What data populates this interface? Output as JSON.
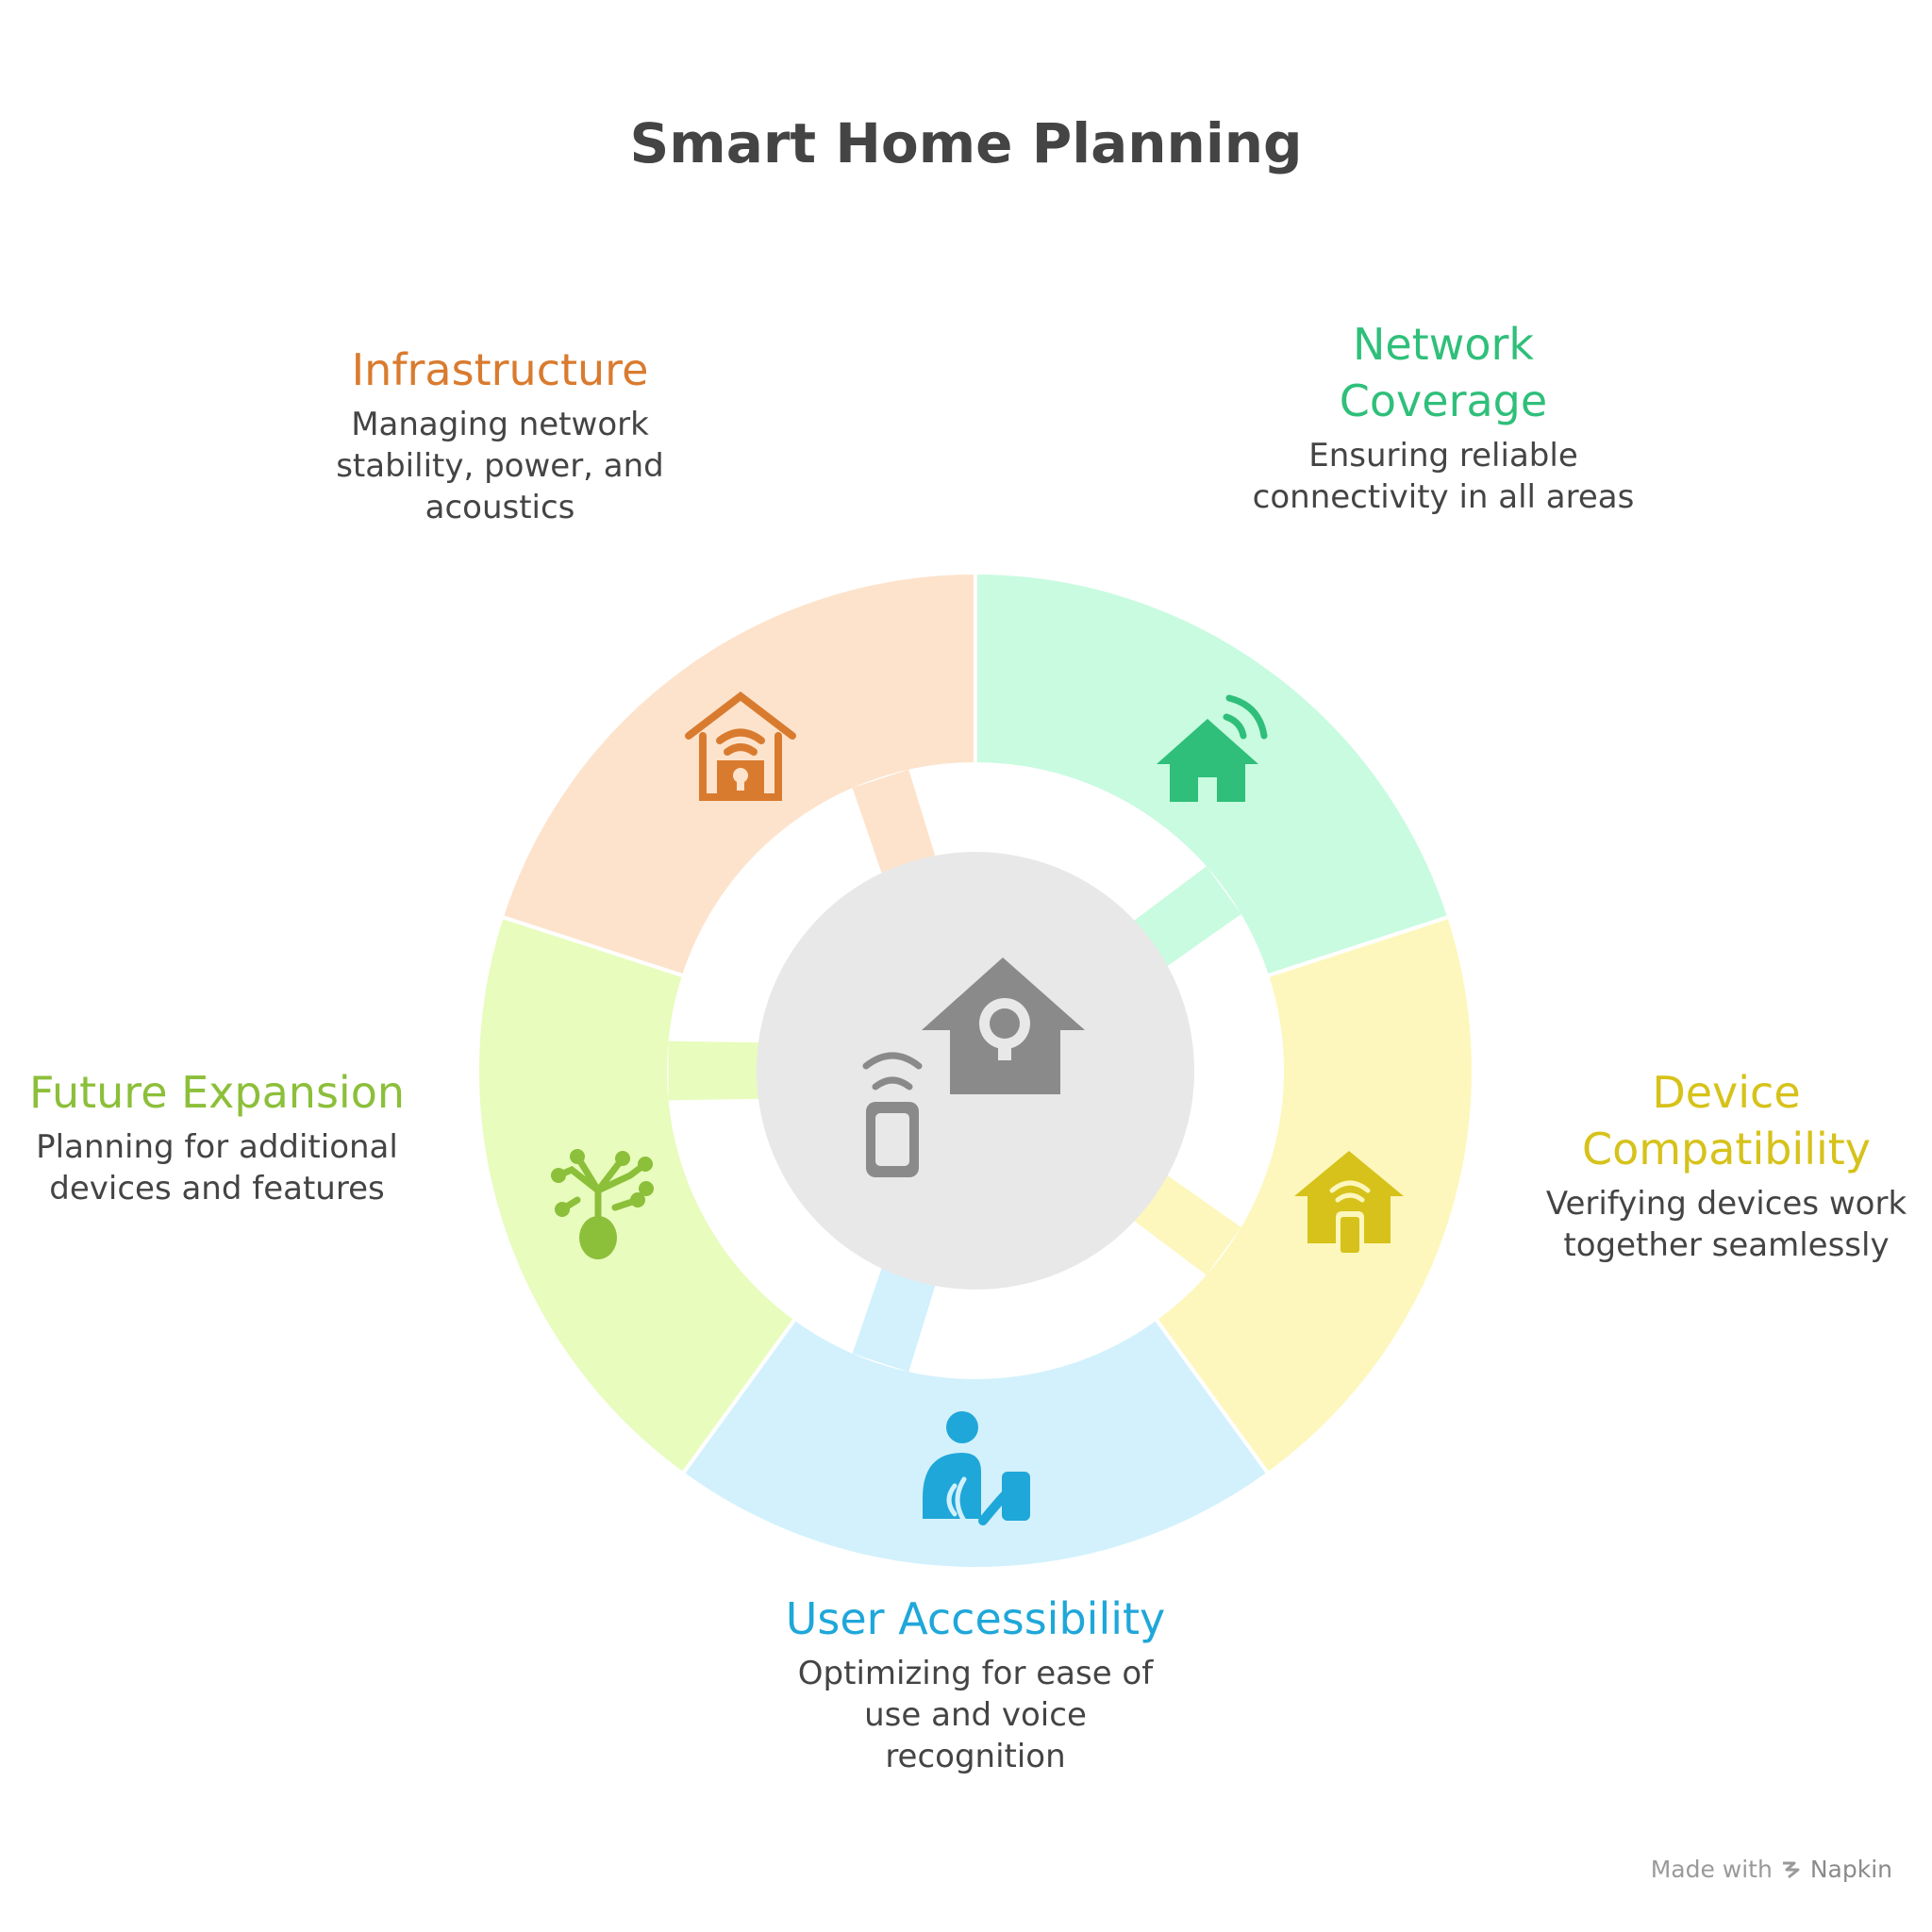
{
  "title": "Smart Home Planning",
  "center": {
    "icon": "smart-home-remote-icon",
    "color": "#8a8a8a"
  },
  "segments": [
    {
      "id": "infrastructure",
      "heading": "Infrastructure",
      "description": "Managing network stability, power, and acoustics",
      "color": "#d97b2f",
      "fill": "#fde3cc",
      "icon": "house-wifi-lock-icon"
    },
    {
      "id": "network-coverage",
      "heading": "Network Coverage",
      "description": "Ensuring reliable connectivity in all areas",
      "color": "#2fbf7a",
      "fill": "#c8fbe0",
      "icon": "house-wifi-icon"
    },
    {
      "id": "device-compatibility",
      "heading": "Device Compatibility",
      "description": "Verifying devices work together seamlessly",
      "color": "#d6c21a",
      "fill": "#fdf7bd",
      "icon": "house-device-icon"
    },
    {
      "id": "user-accessibility",
      "heading": "User Accessibility",
      "description": "Optimizing for ease of use and voice recognition",
      "color": "#1fa7d9",
      "fill": "#d2f1fc",
      "icon": "person-voice-icon"
    },
    {
      "id": "future-expansion",
      "heading": "Future Expansion",
      "description": "Planning for additional devices and features",
      "color": "#8cbf3a",
      "fill": "#e8fcbd",
      "icon": "growing-sprout-icon"
    }
  ],
  "footer": {
    "made_with": "Made with",
    "brand": "Napkin"
  }
}
